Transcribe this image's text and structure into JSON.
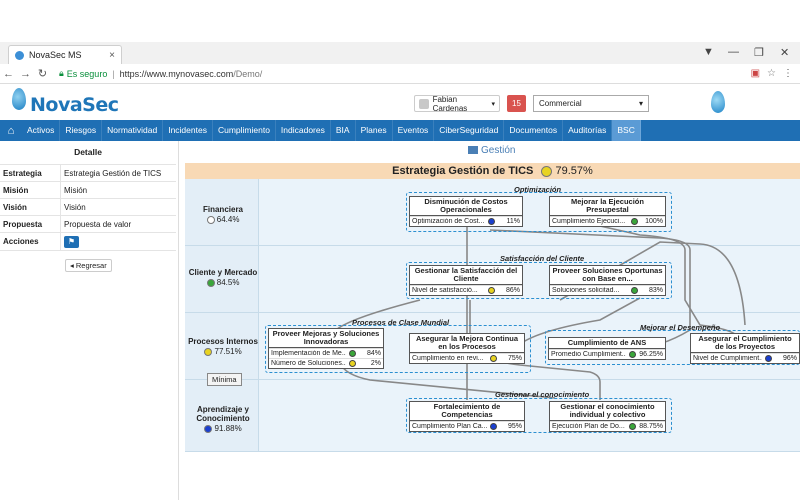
{
  "browser": {
    "tab_title": "NovaSec MS",
    "tab_close": "×",
    "secure_label": "Es seguro",
    "url_main": "https://www.mynovasec.com",
    "url_path": "/Demo/"
  },
  "header": {
    "logo_text": "NovaSec",
    "user": "Fabian Cardenas",
    "notifications": "15",
    "context_select": "Commercial"
  },
  "nav": {
    "items": [
      "Activos",
      "Riesgos",
      "Normatividad",
      "Incidentes",
      "Cumplimiento",
      "Indicadores",
      "BIA",
      "Planes",
      "Eventos",
      "CiberSeguridad",
      "Documentos",
      "Auditorías",
      "BSC"
    ]
  },
  "detail": {
    "title": "Detalle",
    "rows": [
      {
        "k": "Estrategia",
        "v": "Estrategia Gestión de TICS"
      },
      {
        "k": "Misión",
        "v": "Misión"
      },
      {
        "k": "Visión",
        "v": "Visión"
      },
      {
        "k": "Propuesta",
        "v": "Propuesta de valor"
      },
      {
        "k": "Acciones",
        "v": ""
      }
    ],
    "back": "Regresar"
  },
  "map": {
    "section": "Gestión",
    "title": "Estrategia Gestión de TICS",
    "title_pct": "79.57%",
    "title_color": "#e8d321",
    "minima": "Mínima",
    "perspectives": [
      {
        "name": "Financiera",
        "value": "64.4%",
        "color": "#ffffff"
      },
      {
        "name": "Cliente y Mercado",
        "value": "84.5%",
        "color": "#3aa63a"
      },
      {
        "name": "Procesos Internos",
        "value": "77.51%",
        "color": "#e8d321"
      },
      {
        "name": "Aprendizaje y Conocimiento",
        "value": "91.88%",
        "color": "#1a3fd0"
      }
    ],
    "themes": [
      "Optimización",
      "Satisfacción del Cliente",
      "Procesos de Clase Mundial",
      "Mejorar el Desempeño",
      "Gestionar el conocimiento"
    ],
    "objectives": [
      {
        "title": "Disminución de Costos Operacionales",
        "ind": [
          {
            "n": "Optimización de Cost...",
            "v": "11%",
            "c": "#1a3fd0"
          }
        ]
      },
      {
        "title": "Mejorar la Ejecución Presupestal",
        "ind": [
          {
            "n": "Cumplimiento Ejecuci...",
            "v": "100%",
            "c": "#3aa63a"
          }
        ]
      },
      {
        "title": "Gestionar la Satisfacción del Cliente",
        "ind": [
          {
            "n": "Nivel de satisfacció...",
            "v": "86%",
            "c": "#e8d321"
          }
        ]
      },
      {
        "title": "Proveer Soluciones Oportunas con Base en...",
        "ind": [
          {
            "n": "Soluciones solicitad...",
            "v": "83%",
            "c": "#3aa63a"
          }
        ]
      },
      {
        "title": "Proveer Mejoras y Soluciones Innovadoras",
        "ind": [
          {
            "n": "Implementación de Me...",
            "v": "84%",
            "c": "#3aa63a"
          },
          {
            "n": "Número de Soluciones...",
            "v": "2%",
            "c": "#e8d321"
          }
        ]
      },
      {
        "title": "Asegurar la Mejora Continua en los Procesos",
        "ind": [
          {
            "n": "Cumplimiento en revi...",
            "v": "75%",
            "c": "#e8d321"
          }
        ]
      },
      {
        "title": "Cumplimiento de ANS",
        "ind": [
          {
            "n": "Promedio Cumplimient...",
            "v": "96.25%",
            "c": "#3aa63a"
          }
        ]
      },
      {
        "title": "Asegurar el Cumplimiento de los Proyectos",
        "ind": [
          {
            "n": "Nivel de Cumplimient...",
            "v": "96%",
            "c": "#1a3fd0"
          }
        ]
      },
      {
        "title": "Fortalecimiento de Competencias",
        "ind": [
          {
            "n": "Cumplimiento Plan Ca...",
            "v": "95%",
            "c": "#1a3fd0"
          }
        ]
      },
      {
        "title": "Gestionar el conocimiento individual y colectivo",
        "ind": [
          {
            "n": "Ejecución Plan de Do...",
            "v": "88.75%",
            "c": "#3aa63a"
          }
        ]
      }
    ]
  }
}
